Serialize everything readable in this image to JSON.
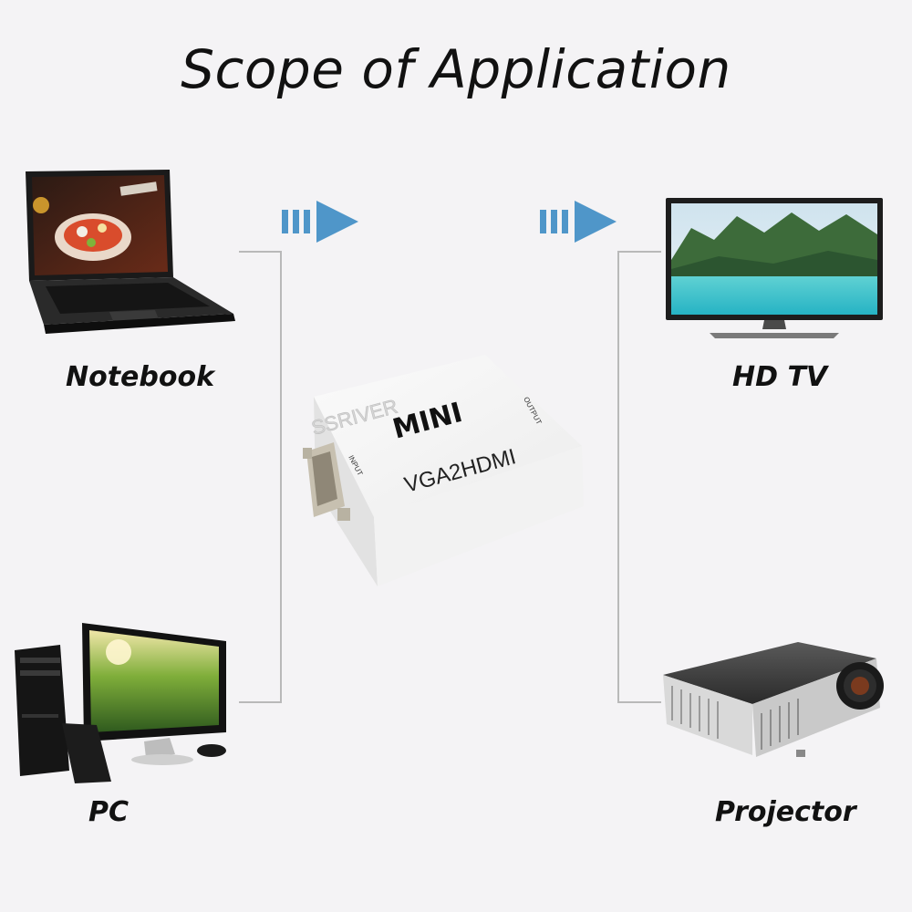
{
  "title": "Scope of Application",
  "devices": {
    "notebook": {
      "label": "Notebook",
      "icon": "laptop-icon"
    },
    "pc": {
      "label": "PC",
      "icon": "desktop-pc-icon"
    },
    "hdtv": {
      "label": "HD TV",
      "icon": "tv-icon"
    },
    "projector": {
      "label": "Projector",
      "icon": "projector-icon"
    }
  },
  "adapter": {
    "brand": "SSRIVER",
    "model_line": "MINI",
    "model": "VGA2HDMI",
    "input_label": "INPUT",
    "output_label": "OUTPUT"
  },
  "colors": {
    "arrow": "#4f96c9",
    "connector_line": "#b9b9b9",
    "background": "#f4f3f5"
  }
}
